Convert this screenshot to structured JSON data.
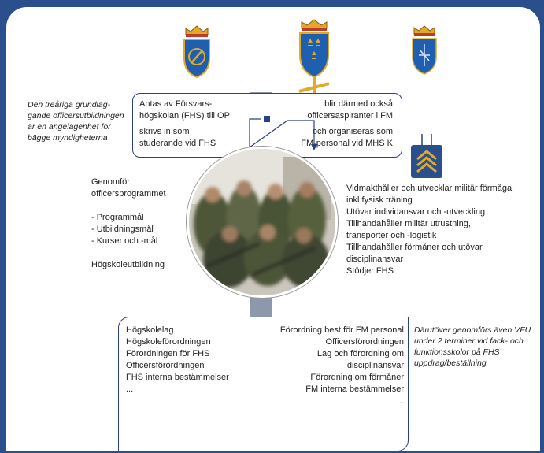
{
  "top_box": {
    "left_row1": [
      "Antas av Försvars-",
      "högskolan (FHS) till OP"
    ],
    "right_row1": [
      "blir därmed också",
      "officersaspiranter i FM"
    ],
    "left_row2": [
      "skrivs in som",
      "studerande vid FHS"
    ],
    "right_row2": [
      "och organiseras som",
      "FM-personal vid MHS K"
    ]
  },
  "left_note": [
    "Den treåriga grundläg-",
    "gande officersutbildningen",
    "är en angelägenhet för",
    "bägge myndigheterna"
  ],
  "left_middle": [
    "Genomför",
    "officersprogrammet",
    "",
    "- Programmål",
    "- Utbildningsmål",
    "- Kurser och -mål",
    "",
    "Högskoleutbildning"
  ],
  "right_middle": [
    "Vidmakthåller och utvecklar militär förmåga",
    "inkl fysisk träning",
    "Utövar individansvar och -utveckling",
    "Tillhandahåller militär utrustning,",
    "transporter och -logistik",
    "Tillhandahåller förmåner och utövar",
    "disciplinansvar",
    "Stödjer FHS"
  ],
  "bottom_left": [
    "Högskolelag",
    "Högskoleförordningen",
    "Förordningen för FHS",
    "Officersförordningen",
    "FHS interna bestämmelser",
    "..."
  ],
  "bottom_right": [
    "Förordning best för FM personal",
    "Officersförordningen",
    "Lag och förordning om",
    "disciplinansvar",
    "Förordning om förmåner",
    "FM interna bestämmelser",
    "..."
  ],
  "right_note": [
    "Därutöver genomförs även VFU",
    "under 2 terminer vid fack- och",
    "funktionsskolor på FHS",
    "uppdrag/beställning"
  ],
  "colors": {
    "brand": "#2b4f8c",
    "bar": "#8d98ad",
    "gold": "#e0a92a"
  }
}
